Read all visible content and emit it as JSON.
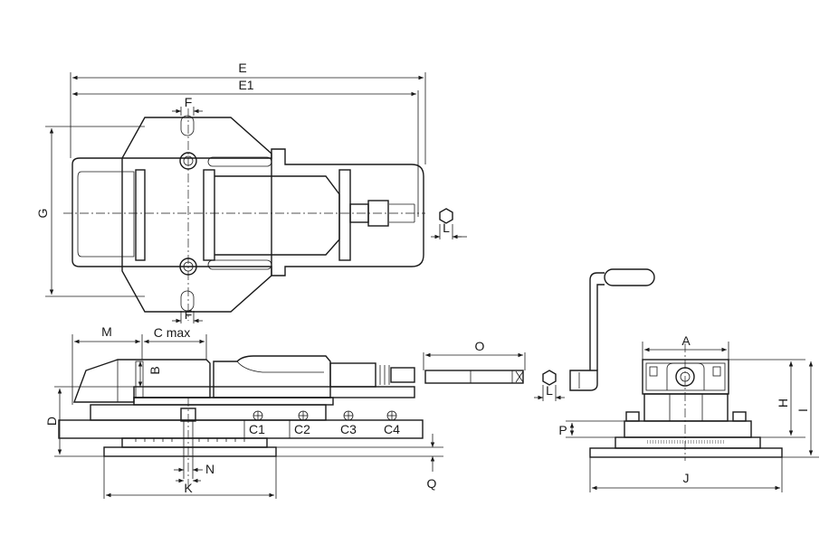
{
  "drawing": {
    "labels": {
      "E": "E",
      "E1": "E1",
      "F_top": "F",
      "F_bottom": "F",
      "G": "G",
      "L_top": "L",
      "L_side": "L",
      "M": "M",
      "C_max": "C max",
      "B": "B",
      "D": "D",
      "C1": "C1",
      "C2": "C2",
      "C3": "C3",
      "C4": "C4",
      "N": "N",
      "K": "K",
      "O": "O",
      "Q": "Q",
      "A": "A",
      "H": "H",
      "I": "I",
      "P": "P",
      "J": "J"
    }
  }
}
